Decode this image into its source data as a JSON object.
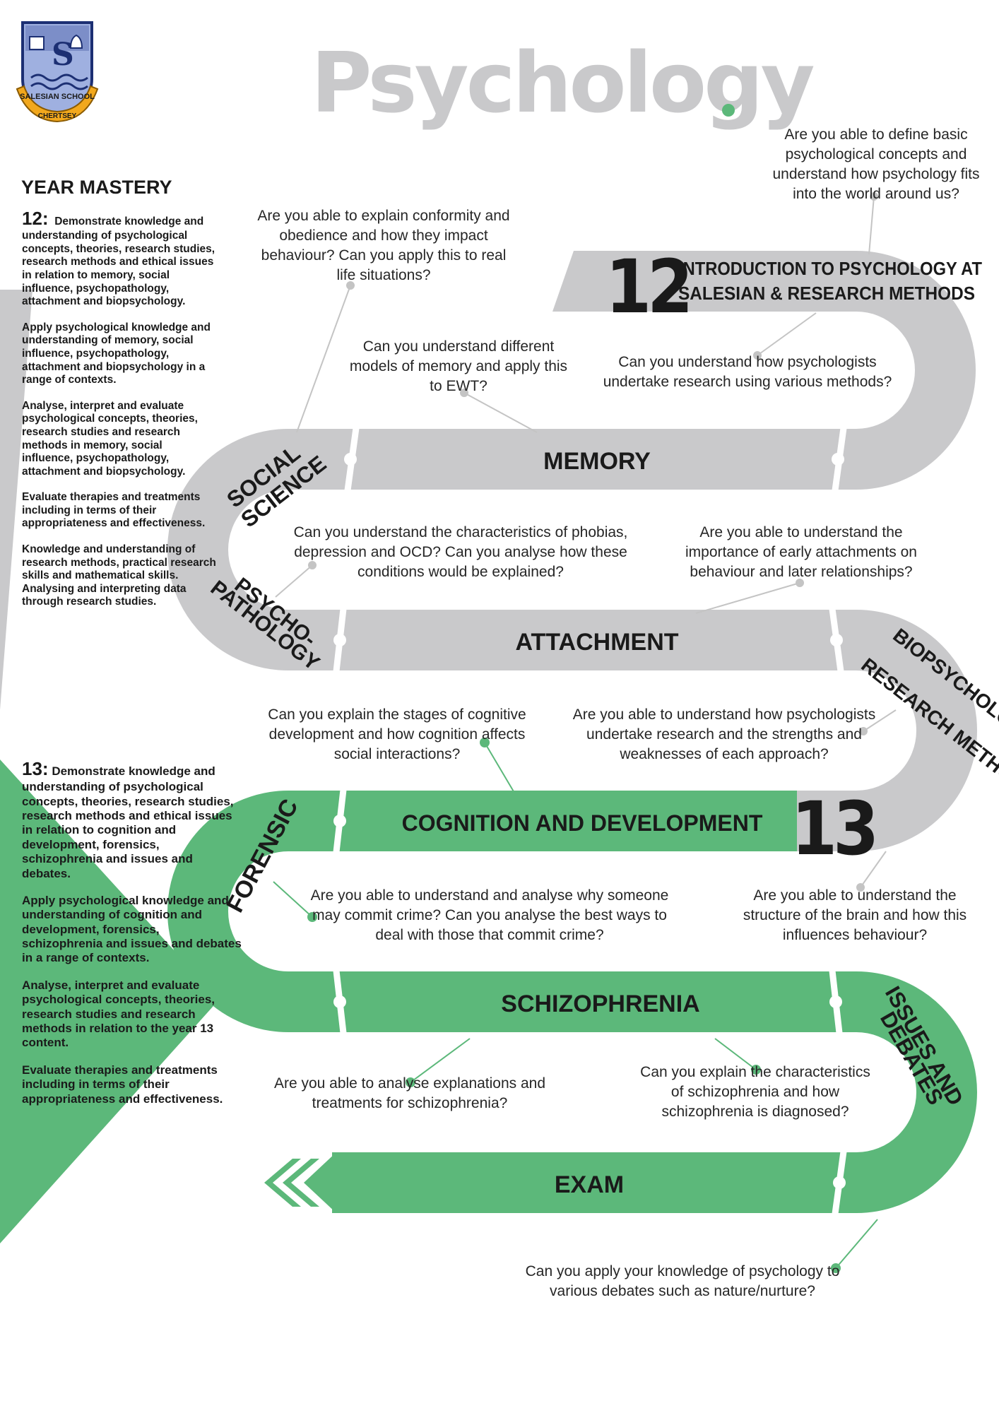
{
  "school": {
    "logo_name": "SALESIAN SCHOOL",
    "logo_place": "CHERTSEY"
  },
  "title": "Psychology",
  "colors": {
    "grey_path": "#c9c9cb",
    "green_path": "#5cb87a",
    "title_grey": "#c9c9cb",
    "text": "#1a1a1a"
  },
  "year_mastery": {
    "heading": "YEAR MASTERY",
    "year12": {
      "number": "12:",
      "points": [
        "Demonstrate knowledge and understanding of psychological concepts, theories, research studies, research methods and ethical issues in relation to memory, social influence, psychopathology, attachment and biopsychology.",
        "Apply psychological knowledge and understanding of memory, social influence, psychopathology, attachment and biopsychology in a range of contexts.",
        "Analyse, interpret and evaluate psychological concepts, theories, research studies and research methods in memory, social influence, psychopathology, attachment and biopsychology.",
        "Evaluate therapies and treatments including in terms of their appropriateness and effectiveness.",
        "Knowledge and understanding of research methods, practical research skills and mathematical skills. Analysing and interpreting data through research studies."
      ]
    },
    "year13": {
      "number": "13:",
      "points": [
        "Demonstrate knowledge and understanding of psychological concepts, theories, research studies, research methods and ethical issues in relation to cognition and development, forensics, schizophrenia and issues and debates.",
        "Apply psychological knowledge and understanding of cognition and development, forensics, schizophrenia and issues and debates in a range of contexts.",
        "Analyse, interpret and evaluate psychological concepts, theories, research studies and research methods in relation to the year 13 content.",
        "Evaluate therapies and treatments including in terms of their appropriateness and effectiveness."
      ]
    }
  },
  "road": {
    "year12_marker": "12",
    "year13_marker": "13",
    "intro": {
      "line1": "INTRODUCTION TO PSYCHOLOGY AT",
      "line2": "SALESIAN & RESEARCH METHODS"
    },
    "memory": "MEMORY",
    "social_influence": {
      "line1": "SOCIAL",
      "line2": "SCIENCE"
    },
    "psychopathology": {
      "line1": "PSYCHO-",
      "line2": "PATHOLOGY"
    },
    "attachment": "ATTACHMENT",
    "biopsychology": {
      "line1": "BIOPSYCHOLOGY &",
      "line2": "RESEARCH METHODS"
    },
    "cognition": "COGNITION AND DEVELOPMENT",
    "forensic": "FORENSIC",
    "schizophrenia": "SCHIZOPHRENIA",
    "issues": {
      "line1": "ISSUES AND",
      "line2": "DEBATES"
    },
    "exam": "EXAM"
  },
  "questions": {
    "q_intro": "Are you able to define basic psychological concepts and understand how psychology fits into the world around us?",
    "q_conformity": "Are you able to explain conformity and obedience and how they impact behaviour? Can you apply this to real life situations?",
    "q_memory": "Can you understand different models of memory and apply this to EWT?",
    "q_research": "Can you understand how psychologists undertake research using various methods?",
    "q_phobias": "Can you understand the characteristics of phobias, depression and OCD? Can you analyse how these conditions would be explained?",
    "q_attachment": "Are you able to understand the importance of early attachments on behaviour and later relationships?",
    "q_cognition": "Can you explain the stages of cognitive development and how cognition affects social interactions?",
    "q_approaches": "Are you able to understand how psychologists undertake research and the strengths and weaknesses of each approach?",
    "q_crime": "Are you able to understand and analyse why someone may commit crime? Can you analyse the best ways to deal with those that commit crime?",
    "q_brain": "Are you able to understand the structure of the brain and how this influences behaviour?",
    "q_schizo_treat": "Are you able to analyse explanations and treatments for schizophrenia?",
    "q_schizo_diag": "Can you explain the characteristics of schizophrenia and how schizophrenia is diagnosed?",
    "q_debates": "Can you apply your knowledge of psychology to various debates such as nature/nurture?"
  }
}
